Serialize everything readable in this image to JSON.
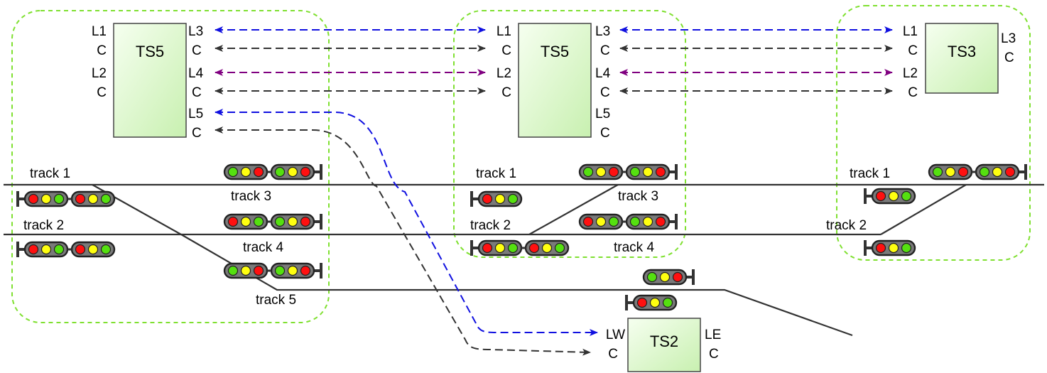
{
  "colors": {
    "zone_border": "#7fe030",
    "box_fill_top": "#f6fff0",
    "box_fill_bottom": "#c8f0b0",
    "track": "#333333",
    "link_blue": "#1010e0",
    "link_purple": "#800080",
    "link_black": "#333333",
    "lamp_red": "#ff1010",
    "lamp_yellow": "#ffff10",
    "lamp_green": "#55e010",
    "signal_body": "#7a7a7a"
  },
  "units": [
    {
      "name": "TS5",
      "left_ports": [
        "L1",
        "C",
        "L2",
        "C"
      ],
      "right_ports": [
        "L3",
        "C",
        "L4",
        "C",
        "L5",
        "C"
      ],
      "tracks": [
        "track 1",
        "track 2",
        "track 3",
        "track 4",
        "track 5"
      ]
    },
    {
      "name": "TS5",
      "left_ports": [
        "L1",
        "C",
        "L2",
        "C"
      ],
      "right_ports": [
        "L3",
        "C",
        "L4",
        "C",
        "L5",
        "C"
      ],
      "tracks": [
        "track 1",
        "track 2",
        "track 3",
        "track 4"
      ]
    },
    {
      "name": "TS3",
      "left_ports": [
        "L1",
        "C",
        "L2",
        "C"
      ],
      "right_ports": [
        "L3",
        "C"
      ],
      "tracks": [
        "track 1",
        "track 2"
      ]
    },
    {
      "name": "TS2",
      "left_ports": [
        "LW",
        "C"
      ],
      "right_ports": [
        "LE",
        "C"
      ]
    }
  ],
  "connections": [
    {
      "from": "TS5.L3",
      "to": "TS5.L1",
      "color": "blue",
      "direction": "bidirectional"
    },
    {
      "from": "TS5.C",
      "to": "TS5.C",
      "color": "black",
      "direction": "bidirectional"
    },
    {
      "from": "TS5.L4",
      "to": "TS5.L2",
      "color": "purple",
      "direction": "bidirectional"
    },
    {
      "from": "TS5.C",
      "to": "TS5.C",
      "color": "black",
      "direction": "bidirectional"
    },
    {
      "from": "TS5.L3",
      "to": "TS3.L1",
      "color": "blue",
      "direction": "bidirectional"
    },
    {
      "from": "TS5.C",
      "to": "TS3.C",
      "color": "black",
      "direction": "bidirectional"
    },
    {
      "from": "TS5.L4",
      "to": "TS3.L2",
      "color": "purple",
      "direction": "bidirectional"
    },
    {
      "from": "TS5.C",
      "to": "TS3.C",
      "color": "black",
      "direction": "bidirectional"
    },
    {
      "from": "TS5.L5",
      "to": "TS2.LW",
      "color": "blue",
      "direction": "bidirectional"
    },
    {
      "from": "TS5.C",
      "to": "TS2.C",
      "color": "black",
      "direction": "bidirectional"
    }
  ]
}
